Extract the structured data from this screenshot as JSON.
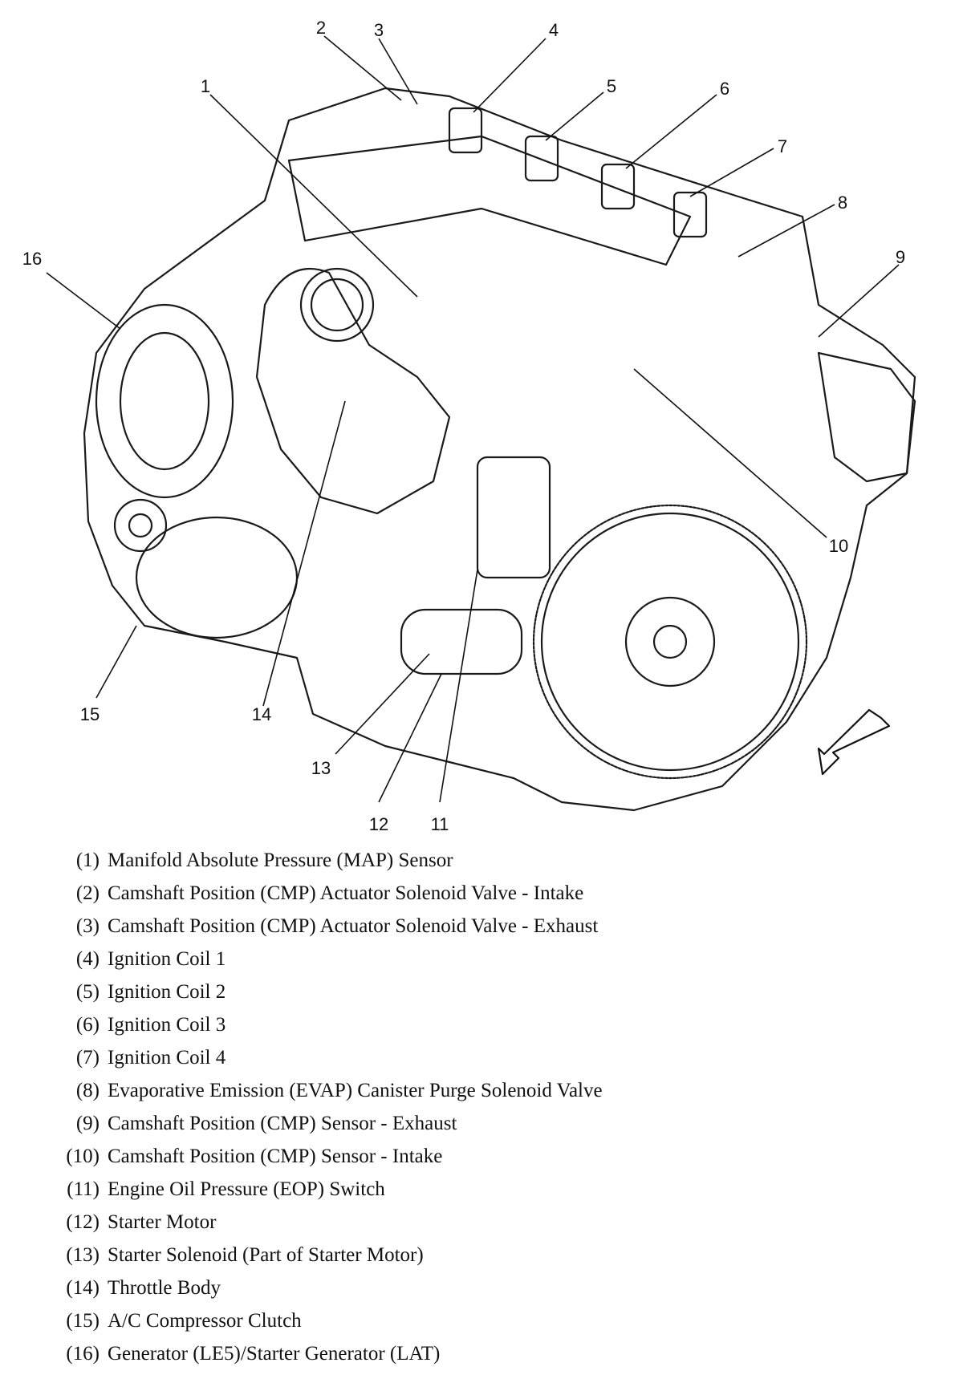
{
  "callouts": [
    "1",
    "2",
    "3",
    "4",
    "5",
    "6",
    "7",
    "8",
    "9",
    "10",
    "11",
    "12",
    "13",
    "14",
    "15",
    "16"
  ],
  "legend": [
    {
      "num": "(1)",
      "label": "Manifold Absolute Pressure (MAP) Sensor"
    },
    {
      "num": "(2)",
      "label": "Camshaft Position (CMP) Actuator Solenoid Valve - Intake"
    },
    {
      "num": "(3)",
      "label": "Camshaft Position (CMP) Actuator Solenoid Valve - Exhaust"
    },
    {
      "num": "(4)",
      "label": "Ignition Coil 1"
    },
    {
      "num": "(5)",
      "label": "Ignition Coil 2"
    },
    {
      "num": "(6)",
      "label": "Ignition Coil 3"
    },
    {
      "num": "(7)",
      "label": "Ignition Coil 4"
    },
    {
      "num": "(8)",
      "label": "Evaporative Emission (EVAP) Canister Purge Solenoid Valve"
    },
    {
      "num": "(9)",
      "label": "Camshaft Position (CMP) Sensor - Exhaust"
    },
    {
      "num": "(10)",
      "label": "Camshaft Position (CMP) Sensor - Intake"
    },
    {
      "num": "(11)",
      "label": "Engine Oil Pressure (EOP) Switch"
    },
    {
      "num": "(12)",
      "label": "Starter Motor"
    },
    {
      "num": "(13)",
      "label": "Starter Solenoid (Part of Starter Motor)"
    },
    {
      "num": "(14)",
      "label": "Throttle Body"
    },
    {
      "num": "(15)",
      "label": "A/C Compressor Clutch"
    },
    {
      "num": "(16)",
      "label": "Generator (LE5)/Starter Generator (LAT)"
    }
  ],
  "icons": {
    "orientation": "direction-arrow-icon"
  }
}
